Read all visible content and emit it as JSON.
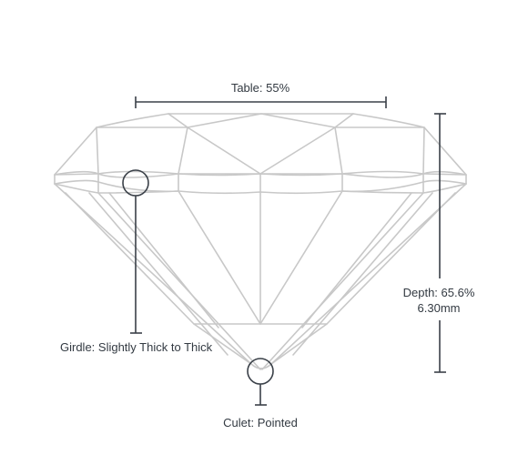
{
  "table": {
    "label": "Table: 55%"
  },
  "depth": {
    "label": "Depth: 65.6%",
    "size": "6.30mm"
  },
  "girdle": {
    "label": "Girdle: Slightly Thick to Thick"
  },
  "culet": {
    "label": "Culet: Pointed"
  },
  "colors": {
    "facet_stroke": "#c8c8c8",
    "annotation": "#3a4048",
    "text": "#333a42"
  }
}
